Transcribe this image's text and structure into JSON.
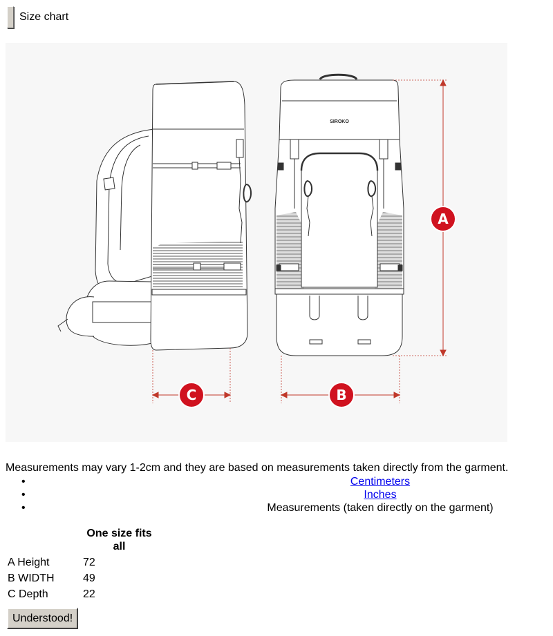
{
  "header": {
    "title": "Size chart"
  },
  "figure": {
    "brand_label": "SIROKO",
    "dim_labels": [
      "A",
      "B",
      "C"
    ],
    "accent_color": "#d0121f"
  },
  "note": "Measurements may vary 1-2cm and they are based on measurements taken directly from the garment.",
  "units": {
    "centimeters": "Centimeters",
    "inches": "Inches",
    "measurements": "Measurements (taken directly on the garment)"
  },
  "table": {
    "header": "One size fits all",
    "rows": [
      {
        "label": "A Height",
        "value": "72"
      },
      {
        "label": "B WIDTH",
        "value": "49"
      },
      {
        "label": "C Depth",
        "value": "22"
      }
    ]
  },
  "footer": {
    "button_label": "Understood!"
  }
}
